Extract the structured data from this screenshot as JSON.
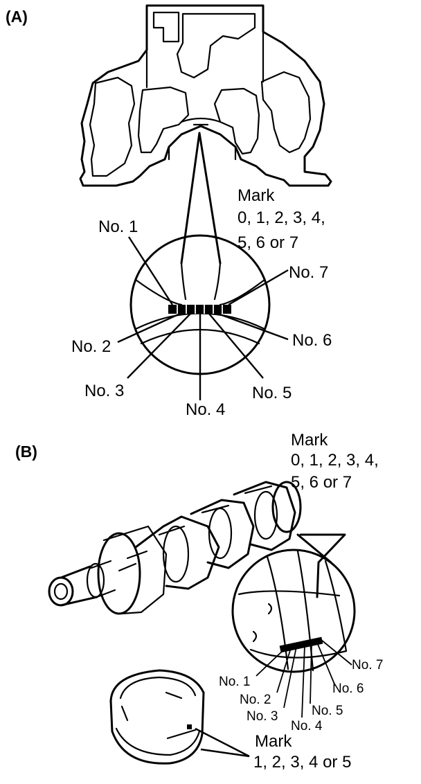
{
  "panel_a": {
    "tag": "(A)",
    "mark_title": "Mark",
    "mark_line1": "0, 1, 2, 3, 4,",
    "mark_line2": "5, 6 or 7",
    "labels": [
      "No. 1",
      "No. 2",
      "No. 3",
      "No. 4",
      "No. 5",
      "No. 6",
      "No. 7"
    ]
  },
  "panel_b": {
    "tag": "(B)",
    "mark_title": "Mark",
    "mark_line1": "0, 1, 2, 3, 4,",
    "mark_line2": "5, 6 or 7",
    "labels": [
      "No. 1",
      "No. 2",
      "No. 3",
      "No. 4",
      "No. 5",
      "No. 6",
      "No. 7"
    ],
    "bearing_mark_title": "Mark",
    "bearing_mark_values": "1, 2, 3, 4 or 5"
  }
}
